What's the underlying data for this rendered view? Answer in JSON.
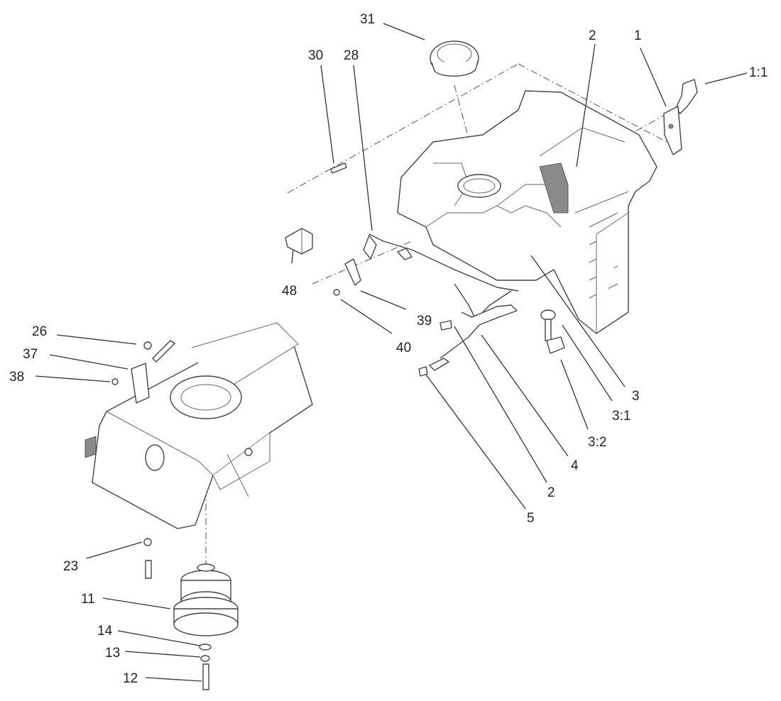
{
  "callouts": {
    "c31": "31",
    "c30": "30",
    "c28": "28",
    "c2_top": "2",
    "c1": "1",
    "c1_1": "1:1",
    "c48": "48",
    "c39": "39",
    "c40": "40",
    "c26": "26",
    "c37": "37",
    "c38": "38",
    "c3": "3",
    "c3_1": "3:1",
    "c3_2": "3:2",
    "c4": "4",
    "c2_bottom": "2",
    "c5": "5",
    "c23": "23",
    "c11": "11",
    "c14": "14",
    "c13": "13",
    "c12": "12"
  }
}
